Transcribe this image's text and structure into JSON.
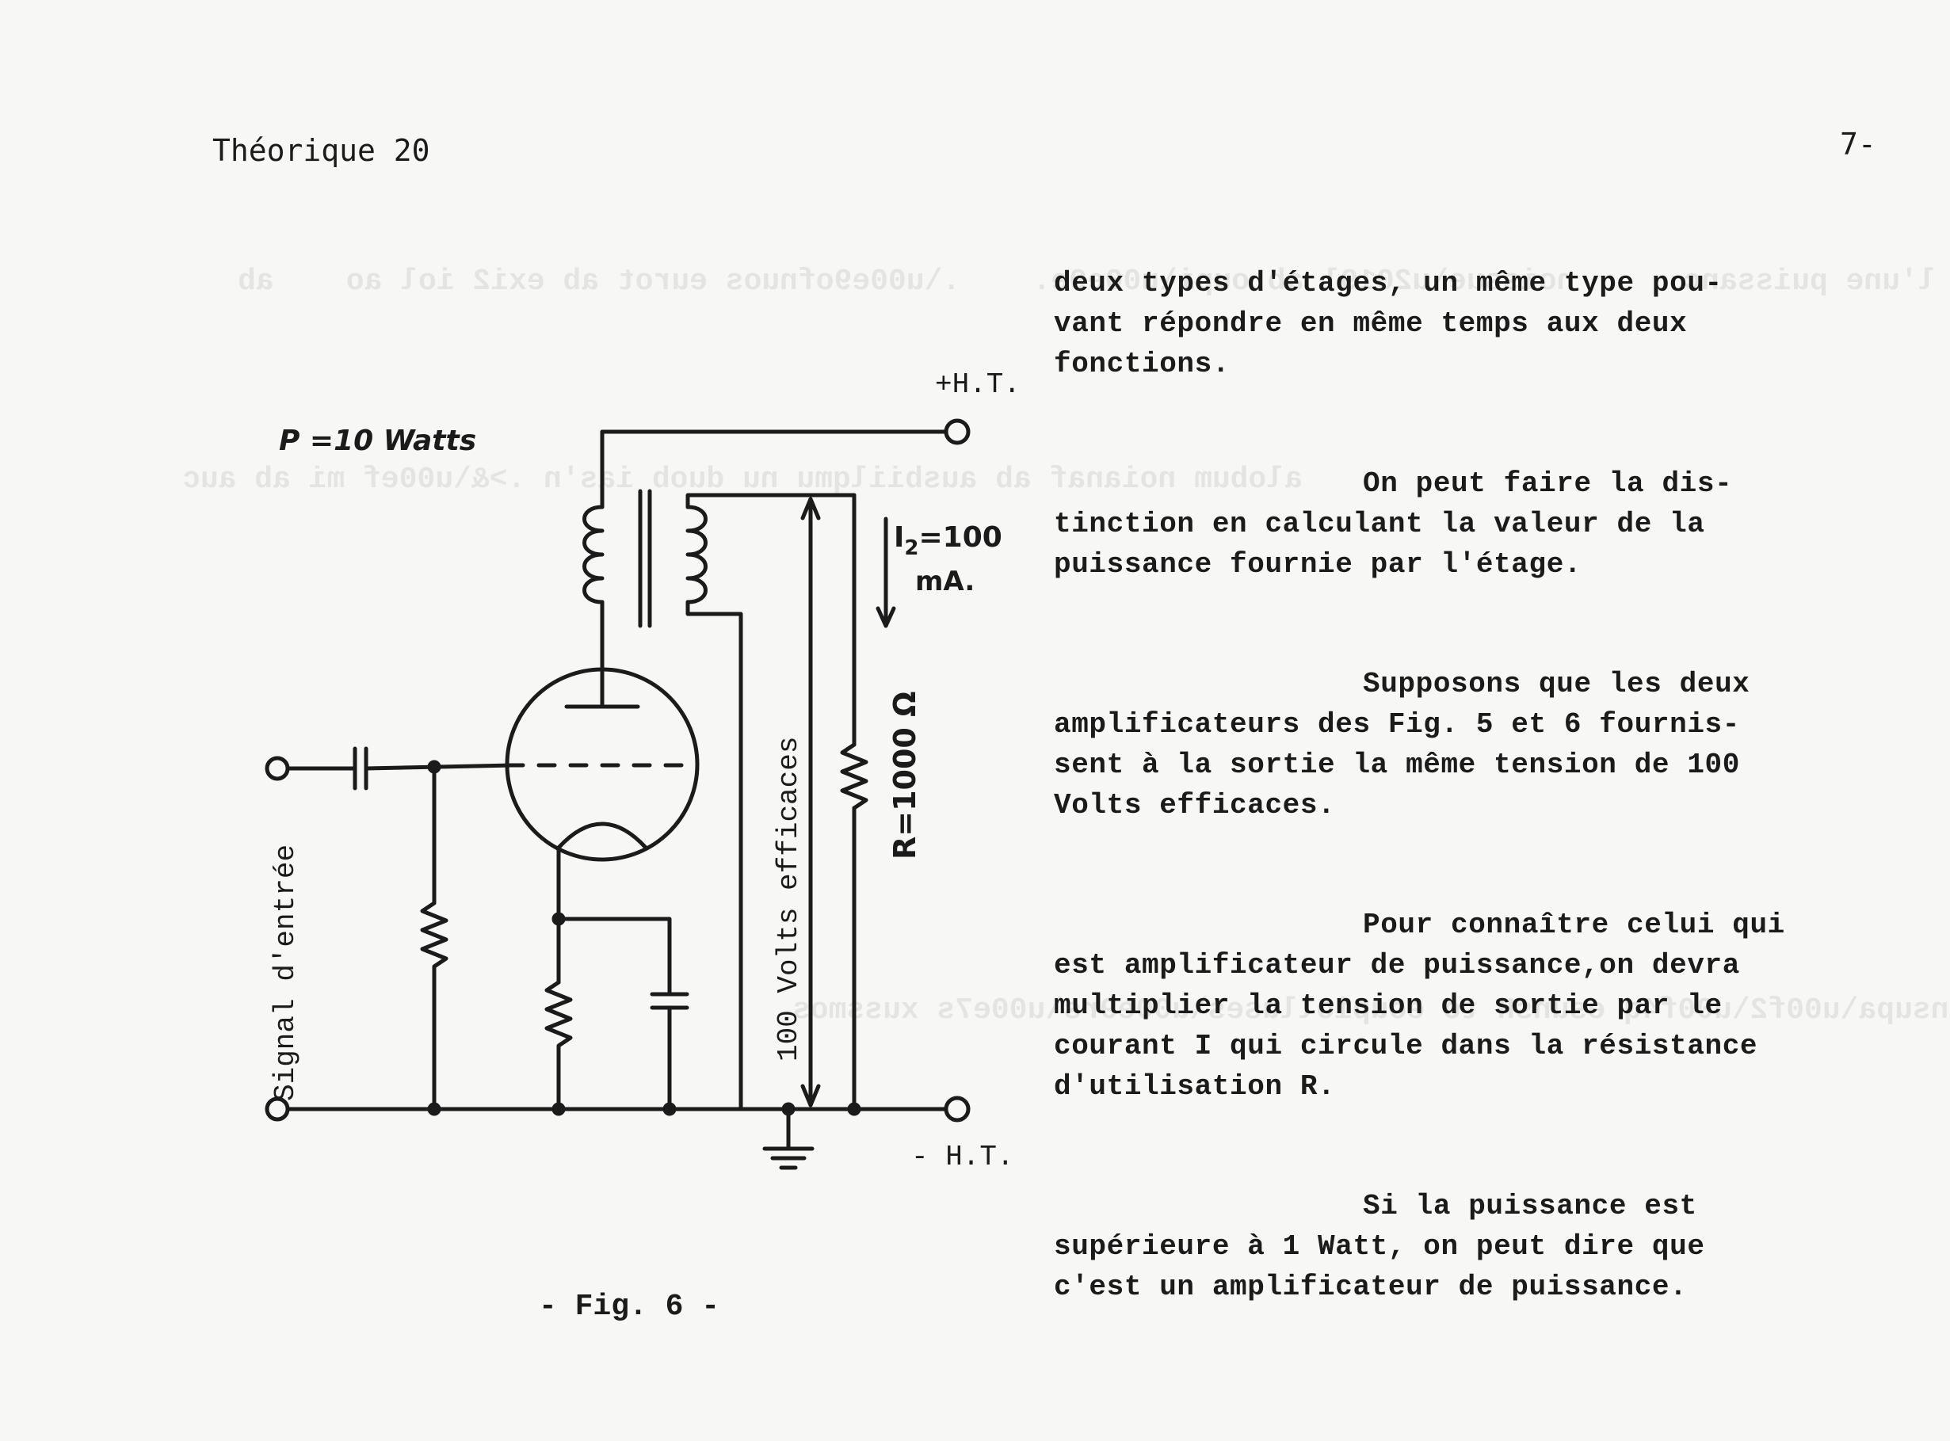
{
  "header": {
    "title": "Théorique 20",
    "page_number": "7-"
  },
  "paragraphs": [
    {
      "lines": [
        "deux types d'étages, un même type pou-",
        "vant répondre en même temps aux deux",
        "fonctions."
      ],
      "indent_first": false
    },
    {
      "lines": [
        "On peut faire la dis-",
        "tinction en calculant la valeur de la",
        "puissance fournie par l'étage."
      ],
      "indent_first": true
    },
    {
      "lines": [
        "Supposons que les deux",
        "amplificateurs des Fig. 5 et 6 fournis-",
        "sent à la sortie la même tension de 100",
        "Volts efficaces."
      ],
      "indent_first": true
    },
    {
      "lines": [
        "Pour connaître celui qui",
        "est amplificateur de puissance,on devra",
        "multiplier la tension de sortie par le",
        "courant I qui circule dans la résistance",
        "d'utilisation R."
      ],
      "indent_first": true
    },
    {
      "lines": [
        "Si la puissance est",
        "supérieure à 1 Watt, on peut dire que",
        "c'est un amplificateur de puissance."
      ],
      "indent_first": true
    }
  ],
  "figure": {
    "power_label": "P =10 Watts",
    "ht_plus": "+H.T.",
    "ht_minus": "- H.T.",
    "current_label": "I",
    "current_subscript": "2",
    "current_value": "=100",
    "current_unit": "mA.",
    "voltage_label": "100 Volts efficaces",
    "resistor_label": "R=1000 Ω",
    "input_label": "Signal d'entrée",
    "caption": "- Fig. 6 -"
  }
}
